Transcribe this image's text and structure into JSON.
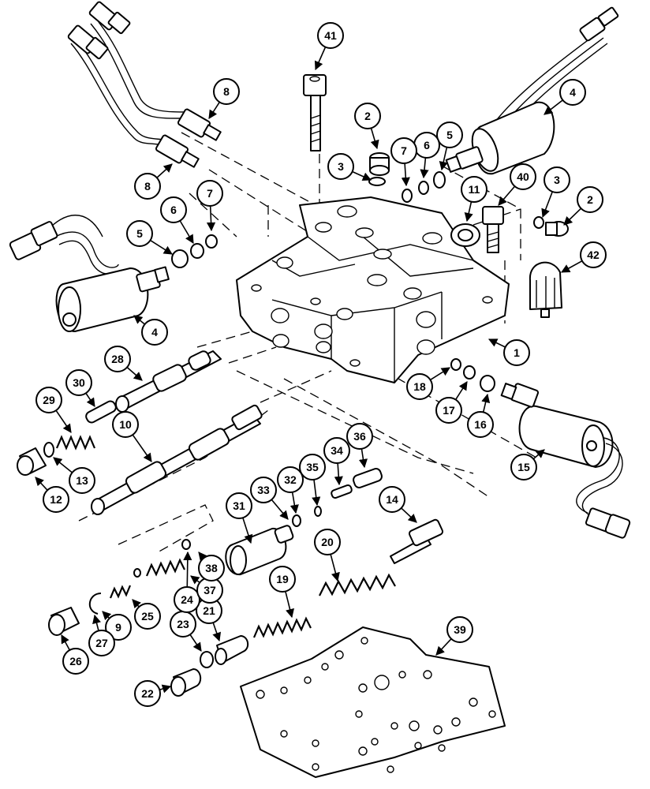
{
  "diagram": {
    "callouts": [
      "1",
      "2",
      "2",
      "3",
      "3",
      "4",
      "4",
      "5",
      "5",
      "6",
      "6",
      "7",
      "7",
      "8",
      "8",
      "9",
      "10",
      "11",
      "12",
      "13",
      "14",
      "15",
      "16",
      "17",
      "18",
      "19",
      "20",
      "21",
      "22",
      "23",
      "24",
      "25",
      "26",
      "27",
      "28",
      "29",
      "30",
      "31",
      "32",
      "33",
      "34",
      "35",
      "36",
      "37",
      "38",
      "39",
      "40",
      "41",
      "42"
    ]
  }
}
